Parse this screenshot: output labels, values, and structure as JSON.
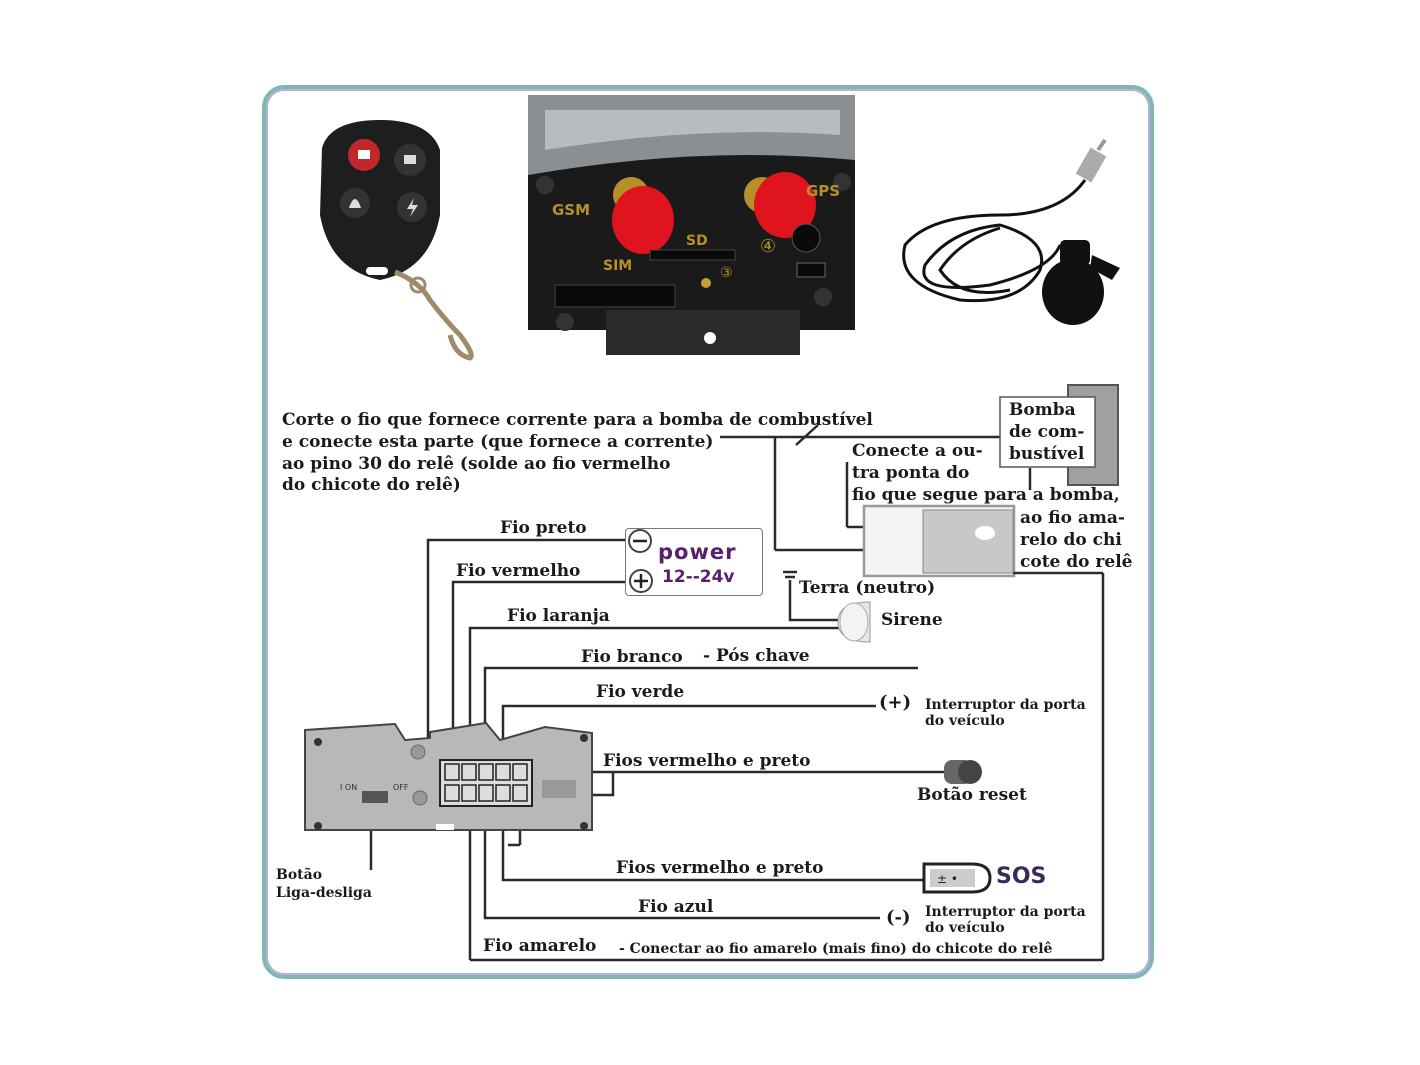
{
  "photos": {
    "gsm_label": "GSM",
    "gps_label": "GPS",
    "sd_label": "SD",
    "sim_label": "SIM",
    "port3": "③",
    "port4": "④"
  },
  "notes": {
    "cut_wire": "Corte o fio que fornece corrente para a bomba de combustível\ne conecte esta parte (que fornece a corrente)\nao pino 30 do relê (solde ao fio vermelho\n                               do chicote do relê)",
    "pump": "Bomba\nde com-\nbustível",
    "other_end": "Conecte a ou-\ntra ponta do\nfio que segue para a bomba,",
    "yellow_relay": "ao fio ama-\nrelo do chi\ncote do relê"
  },
  "power": {
    "title": "power",
    "voltage": "12--24v",
    "minus": "−",
    "plus": "+"
  },
  "wires": {
    "preto": "Fio preto",
    "vermelho": "Fio vermelho",
    "laranja": "Fio laranja",
    "branco": "Fio branco",
    "pos_chave": "- Pós chave",
    "verde": "Fio verde",
    "vermelho_preto_1": "Fios vermelho e preto",
    "vermelho_preto_2": "Fios vermelho e preto",
    "azul": "Fio azul",
    "amarelo": "Fio amarelo",
    "amarelo_note": "- Conectar ao fio amarelo (mais fino) do chicote do relê"
  },
  "components": {
    "terra": "Terra (neutro)",
    "sirene": "Sirene",
    "door_plus_sign": "(+)",
    "door_plus": "Interruptor da porta\ndo veículo",
    "reset": "Botão reset",
    "sos": "SOS",
    "door_minus_sign": "(-)",
    "door_minus": "Interruptor da porta\ndo veículo",
    "onoff": "Botão\nLiga-desliga",
    "switch_on": "I ON",
    "switch_off": "OFF"
  },
  "colors": {
    "frame": "#7fb8b0",
    "line": "#2a2a2a",
    "power_text": "#5a1e6a",
    "antenna": "#e0141e"
  }
}
